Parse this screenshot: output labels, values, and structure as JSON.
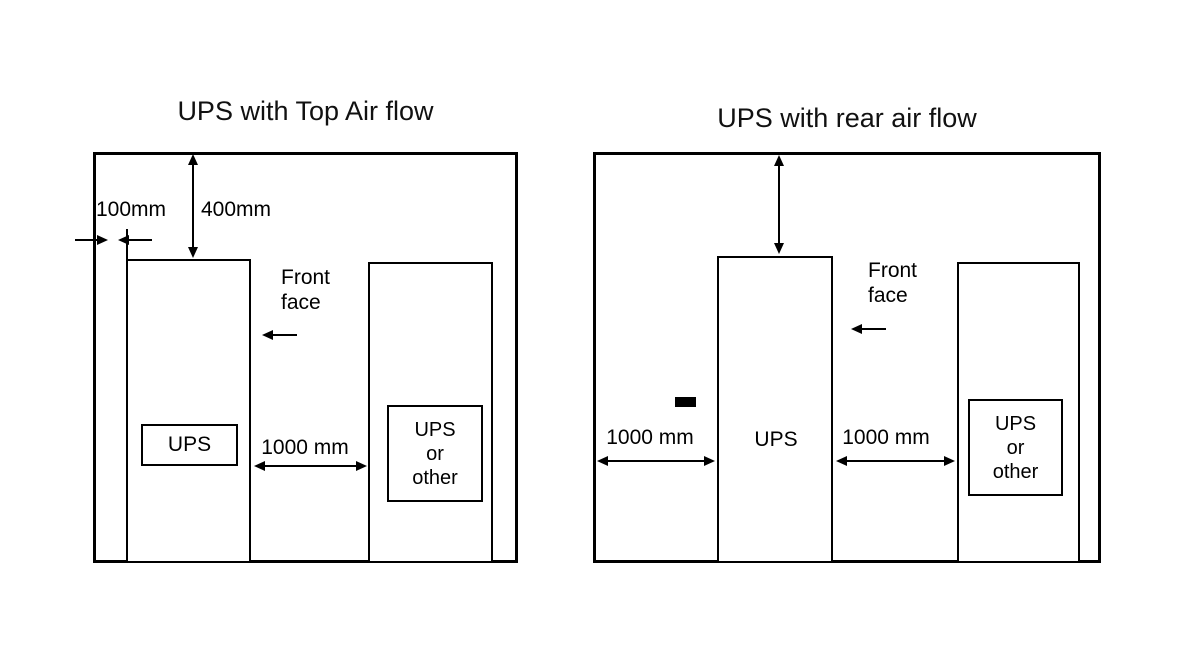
{
  "colors": {
    "ink": "#000000",
    "background": "#ffffff"
  },
  "left_diagram": {
    "title": "UPS with Top Air flow",
    "labels": {
      "side_clearance": "100mm",
      "top_clearance": "400mm",
      "front_face": "Front face",
      "ups": "UPS",
      "aisle": "1000 mm",
      "adjacent_unit": "UPS\nor\nother"
    }
  },
  "right_diagram": {
    "title": "UPS with rear air flow",
    "labels": {
      "front_face": "Front face",
      "ups": "UPS",
      "aisle_left": "1000 mm",
      "aisle_right": "1000 mm",
      "adjacent_unit": "UPS\nor\nother"
    }
  }
}
